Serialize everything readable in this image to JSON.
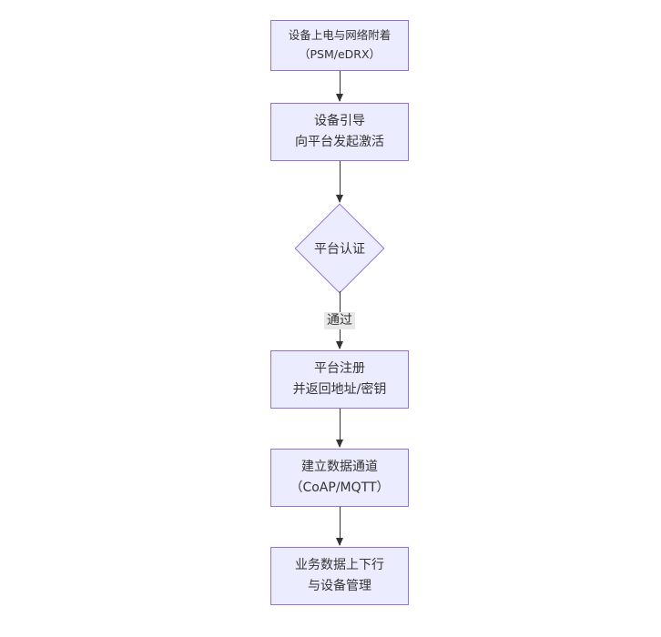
{
  "diagram": {
    "type": "flowchart",
    "direction": "top-down",
    "style": {
      "node_fill": "#ECECFF",
      "node_border": "#9370DB",
      "text_color": "#333333",
      "edge_color": "#333333",
      "edge_label_bg": "#e8e8e8",
      "background": "#ffffff"
    },
    "nodes": [
      {
        "id": "power-attach",
        "shape": "rect",
        "lines": [
          "设备上电与网络附着",
          "（PSM/eDRX）"
        ]
      },
      {
        "id": "bootstrap",
        "shape": "rect",
        "lines": [
          "设备引导",
          "向平台发起激活"
        ]
      },
      {
        "id": "platform-auth",
        "shape": "diamond",
        "lines": [
          "平台认证"
        ]
      },
      {
        "id": "platform-register",
        "shape": "rect",
        "lines": [
          "平台注册",
          "并返回地址/密钥"
        ]
      },
      {
        "id": "data-channel",
        "shape": "rect",
        "lines": [
          "建立数据通道",
          "（CoAP/MQTT）"
        ]
      },
      {
        "id": "business-data",
        "shape": "rect",
        "lines": [
          "业务数据上下行",
          "与设备管理"
        ]
      }
    ],
    "edges": [
      {
        "from": "power-attach",
        "to": "bootstrap",
        "label": ""
      },
      {
        "from": "bootstrap",
        "to": "platform-auth",
        "label": ""
      },
      {
        "from": "platform-auth",
        "to": "platform-register",
        "label": "通过"
      },
      {
        "from": "platform-register",
        "to": "data-channel",
        "label": ""
      },
      {
        "from": "data-channel",
        "to": "business-data",
        "label": ""
      }
    ]
  }
}
